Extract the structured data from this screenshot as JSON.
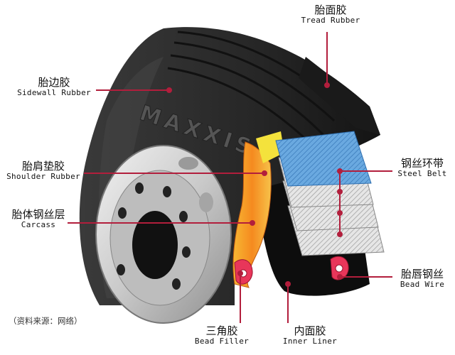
{
  "brand": "MAXXIS",
  "caption": "（资料来源：网络）",
  "labels": {
    "tread": {
      "zh": "胎面胶",
      "en": "Tread Rubber"
    },
    "sidewall": {
      "zh": "胎边胶",
      "en": "Sidewall Rubber"
    },
    "shoulder": {
      "zh": "胎肩垫胶",
      "en": "Shoulder Rubber"
    },
    "carcass": {
      "zh": "胎体钢丝层",
      "en": "Carcass"
    },
    "steel_belt": {
      "zh": "钢丝环带",
      "en": "Steel Belt"
    },
    "bead_wire": {
      "zh": "胎唇钢丝",
      "en": "Bead Wire"
    },
    "bead_filler": {
      "zh": "三角胶",
      "en": "Bead Filler"
    },
    "inner_liner": {
      "zh": "内面胶",
      "en": "Inner Liner"
    }
  },
  "colors": {
    "leader": "#b21e3c",
    "tire": "#2a2a2a",
    "steel_belt": "#4a93d1",
    "carcass_layer": "#f5a623",
    "rim": "#d6d6d6"
  }
}
